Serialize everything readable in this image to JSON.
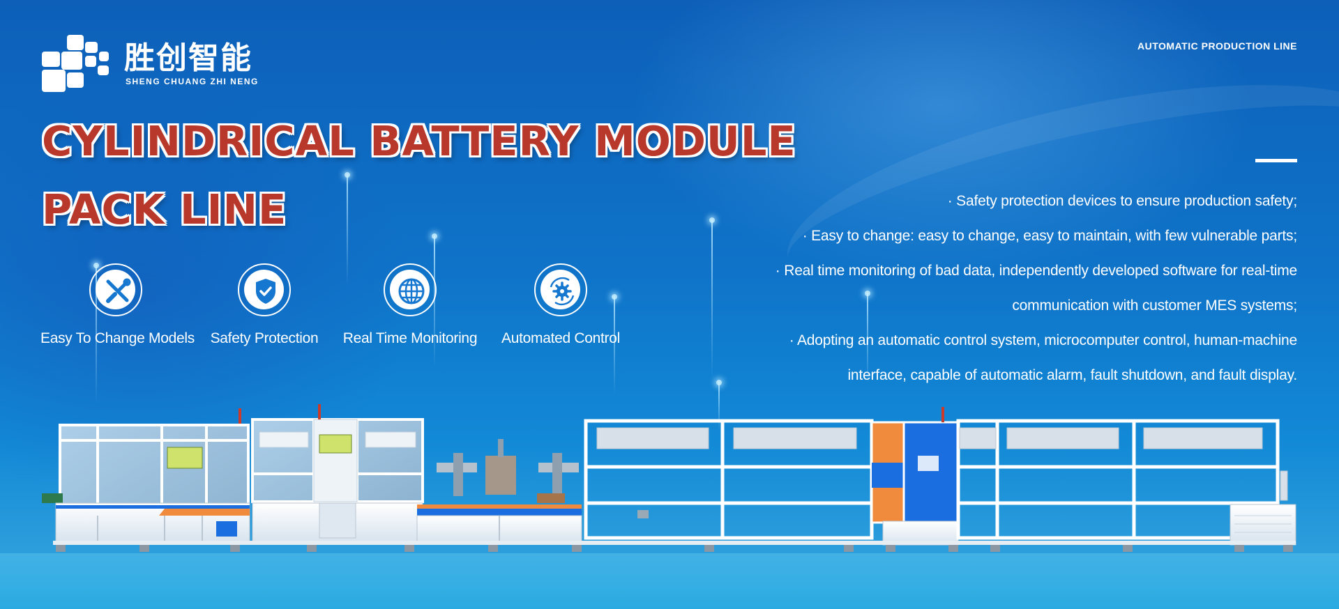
{
  "logo": {
    "name_cn": "胜创智能",
    "name_en": "SHENG CHUANG ZHI NENG",
    "mark_icon": "logo-squares-icon"
  },
  "header": {
    "tagline": "AUTOMATIC PRODUCTION LINE"
  },
  "title": {
    "line1": "CYLINDRICAL BATTERY MODULE",
    "line2": "PACK LINE"
  },
  "features": [
    {
      "label": "Easy To Change Models",
      "icon": "tools-icon"
    },
    {
      "label": "Safety Protection",
      "icon": "shield-check-icon"
    },
    {
      "label": "Real Time Monitoring",
      "icon": "globe-icon"
    },
    {
      "label": "Automated Control",
      "icon": "gear-cycle-icon"
    }
  ],
  "bullets": [
    "· Safety protection devices to ensure production safety;",
    "· Easy to change: easy to change, easy to maintain, with few vulnerable parts;",
    "· Real time monitoring of bad data, independently developed software for real-time",
    "communication with customer MES systems;",
    "· Adopting an automatic control system, microcomputer control, human-machine",
    "interface, capable of automatic alarm, fault shutdown, and fault display."
  ],
  "colors": {
    "background_top": "#0d5fb8",
    "background_bottom": "#3aa9e0",
    "title_red": "#b8392b",
    "accent_orange": "#f08a3c",
    "accent_blue": "#1a6ee0"
  }
}
